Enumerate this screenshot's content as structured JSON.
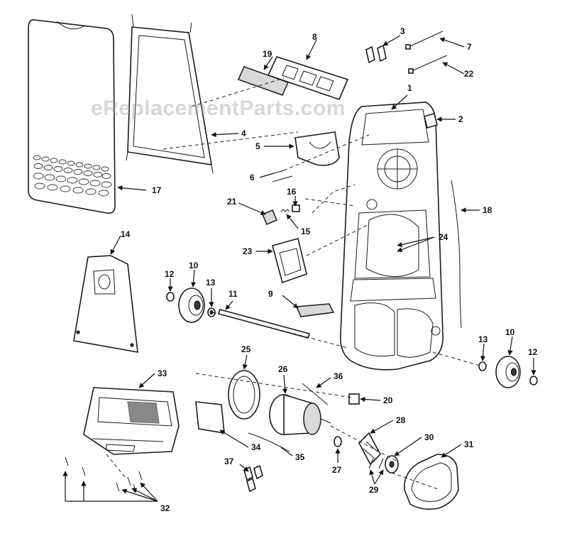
{
  "watermark": "eReplacementParts.com",
  "callouts": [
    "1",
    "2",
    "3",
    "4",
    "5",
    "6",
    "7",
    "8",
    "9",
    "10",
    "10",
    "11",
    "12",
    "12",
    "13",
    "13",
    "14",
    "15",
    "16",
    "17",
    "18",
    "19",
    "20",
    "21",
    "22",
    "23",
    "24",
    "25",
    "26",
    "27",
    "28",
    "29",
    "30",
    "31",
    "32",
    "33",
    "34",
    "35",
    "36",
    "37"
  ]
}
